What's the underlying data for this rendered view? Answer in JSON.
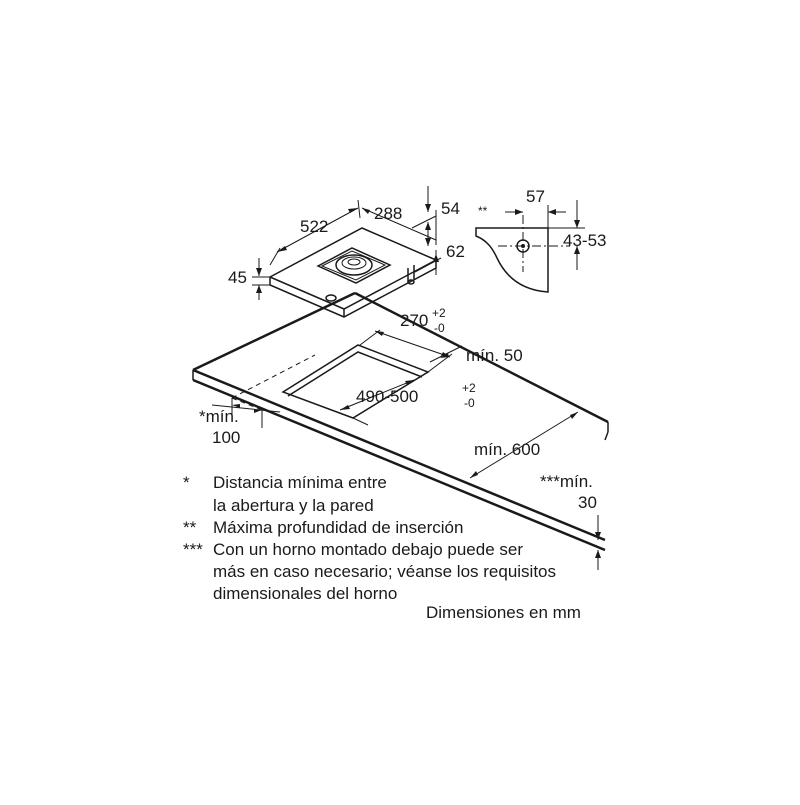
{
  "dimensions": {
    "d522": "522",
    "d288": "288",
    "d54": "54",
    "d62": "62",
    "d45": "45",
    "d57": "57",
    "d43_53": "43-53",
    "marker_double": "**",
    "cut_depth": "270",
    "cut_depth_sup": "+2",
    "cut_depth_sub": "-0",
    "min50": "mín. 50",
    "cut_width": "490-500",
    "cut_width_sup": "+2",
    "cut_width_sub": "-0",
    "min100_line1": "*mín.",
    "min100_line2": "100",
    "min600": "mín. 600",
    "min30_line1": "***mín.",
    "min30_line2": "30"
  },
  "notes": [
    {
      "marker": "*",
      "lines": [
        "Distancia mínima entre",
        "la abertura y la pared"
      ]
    },
    {
      "marker": "**",
      "lines": [
        "Máxima profundidad de inserción"
      ]
    },
    {
      "marker": "***",
      "lines": [
        "Con un horno montado debajo puede ser",
        "más en caso necesario; véanse los requisitos",
        "dimensionales del horno"
      ]
    }
  ],
  "units_caption": "Dimensiones en mm"
}
